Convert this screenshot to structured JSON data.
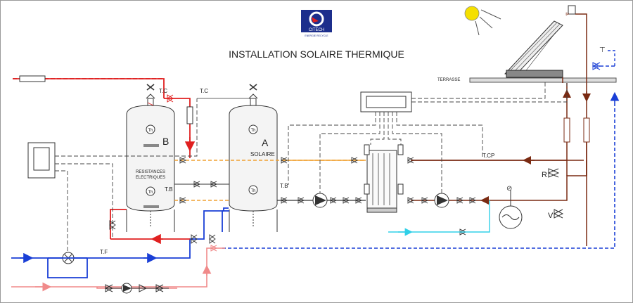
{
  "title": "INSTALLATION SOLAIRE THERMIQUE",
  "logo": {
    "text": "CITECH",
    "subtext": "ENERGIE RECYCLE",
    "color": "#1c2e8c"
  },
  "labels": {
    "terrasse": "TERRASSE",
    "tank_b": "B",
    "tank_a": "A",
    "solaire": "SOLAIRE",
    "resistances": "RESISTANCES",
    "electriques": "ELECTRIQUES",
    "th": "Th",
    "tc_left": "T.C",
    "tc_right": "T.C",
    "tb_left": "T.B",
    "tb_right": "T.B",
    "tf": "T.F",
    "tcp": "T.CP",
    "r": "R",
    "v": "V"
  },
  "colors": {
    "hot_water": "#e02020",
    "cold_water": "#1a3fd6",
    "solar_loop": "#7a2a12",
    "orange_loop": "#f0a030",
    "pink_return": "#f08a8a",
    "cyan_line": "#30d0e8",
    "signal": "#444444",
    "sun": "#f5e000"
  }
}
